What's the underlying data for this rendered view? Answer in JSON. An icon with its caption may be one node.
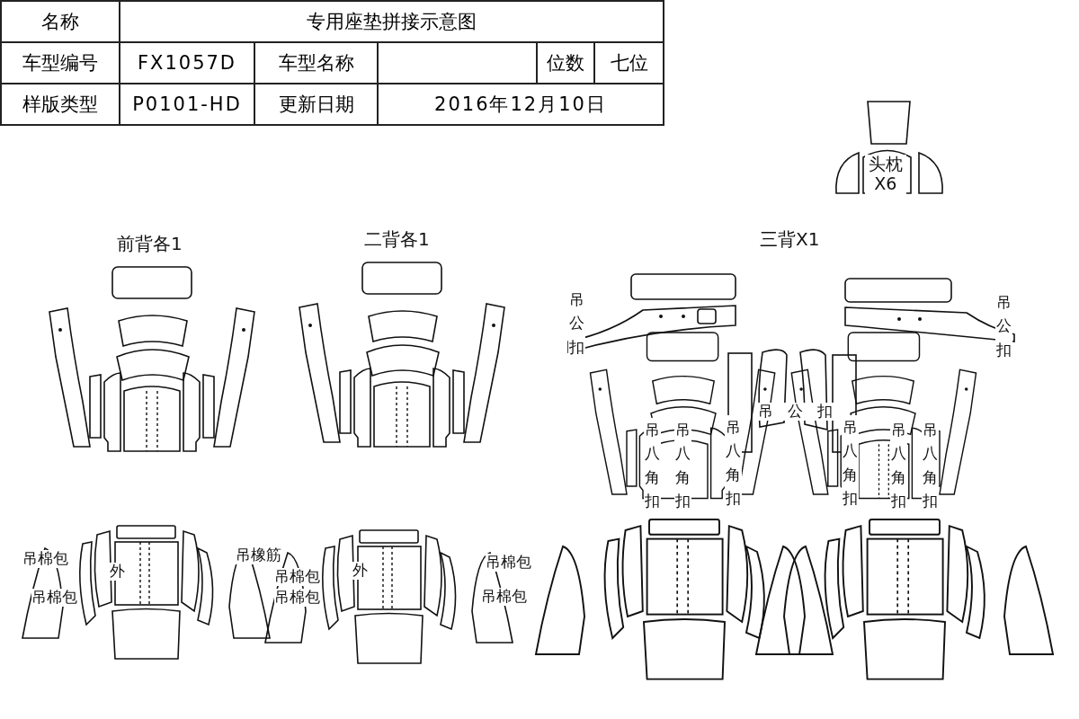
{
  "diagram": {
    "labels": [
      "名称",
      "专用座垫拼接示意图",
      "车型编号",
      "FX1057D",
      "车型名称",
      "位数",
      "七位",
      "样版类型",
      "P0101-HD",
      "更新日期",
      "2016年12月10日",
      "头枕 X6",
      "前背各1",
      "二背各1",
      "三背X1",
      "吊公扣",
      "吊公扣",
      "吊八角扣",
      "吊八角扣",
      "吊八角扣",
      "吊公扣",
      "吊八角扣",
      "吊八角扣",
      "吊八角扣",
      "吊棉包",
      "外",
      "吊棉包",
      "吊橡筋",
      "吊棉包",
      "外",
      "吊棉包",
      "吊棉包",
      "吊棉包"
    ]
  }
}
